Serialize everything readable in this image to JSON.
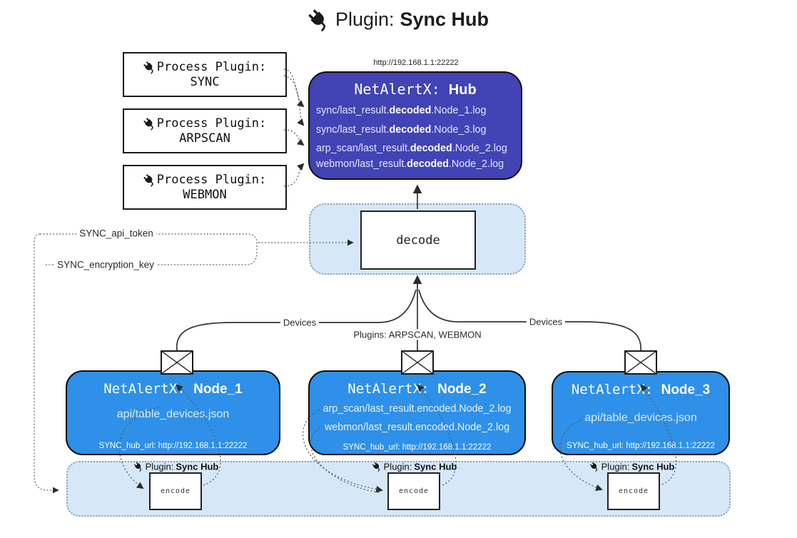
{
  "colors": {
    "hub-fill": "#4243b4",
    "node-fill": "#2e90e8",
    "panel-fill": "#d6e8f8",
    "panel-border": "#8ba0b6"
  },
  "title": {
    "prefix": "Plugin: ",
    "bold": "Sync Hub"
  },
  "process_plugins": [
    {
      "label": "Process Plugin:",
      "name": "SYNC"
    },
    {
      "label": "Process Plugin:",
      "name": "ARPSCAN"
    },
    {
      "label": "Process Plugin:",
      "name": "WEBMON"
    }
  ],
  "hub": {
    "url": "http://192.168.1.1:22222",
    "title_prefix": "NetAlertX: ",
    "title_bold": "Hub",
    "lines": [
      {
        "pre": "sync/last_result.",
        "bold": "decoded",
        "post": ".Node_1.log"
      },
      {
        "pre": "sync/last_result.",
        "bold": "decoded",
        "post": ".Node_3.log"
      },
      {
        "pre": "arp_scan/last_result.",
        "bold": "decoded",
        "post": ".Node_2.log"
      },
      {
        "pre": "webmon/last_result.",
        "bold": "decoded",
        "post": ".Node_2.log"
      }
    ]
  },
  "decode": {
    "label": "decode"
  },
  "settings": {
    "api_token": "SYNC_api_token",
    "encryption_key": "SYNC_encryption_key"
  },
  "edges": {
    "devices_left": "Devices",
    "devices_right": "Devices",
    "plugins_center": "Plugins: ARPSCAN, WEBMON"
  },
  "nodes": [
    {
      "title_prefix": "NetAlertX: ",
      "title_bold": "Node_1",
      "lines": [
        "api/table_devices.json"
      ],
      "hub_url": "SYNC_hub_url: http://192.168.1.1:22222"
    },
    {
      "title_prefix": "NetAlertX: ",
      "title_bold": "Node_2",
      "lines": [
        "arp_scan/last_result.encoded.Node_2.log",
        "webmon/last_result.encoded.Node_2.log"
      ],
      "hub_url": "SYNC_hub_url: http://192.168.1.1:22222"
    },
    {
      "title_prefix": "NetAlertX: ",
      "title_bold": "Node_3",
      "lines": [
        "api/table_devices.json"
      ],
      "hub_url": "SYNC_hub_url: http://192.168.1.1:22222"
    }
  ],
  "encoders": [
    {
      "prefix": "Plugin: ",
      "bold": "Sync Hub",
      "box": "encode"
    },
    {
      "prefix": "Plugin: ",
      "bold": "Sync Hub",
      "box": "encode"
    },
    {
      "prefix": "Plugin: ",
      "bold": "Sync Hub",
      "box": "encode"
    }
  ]
}
